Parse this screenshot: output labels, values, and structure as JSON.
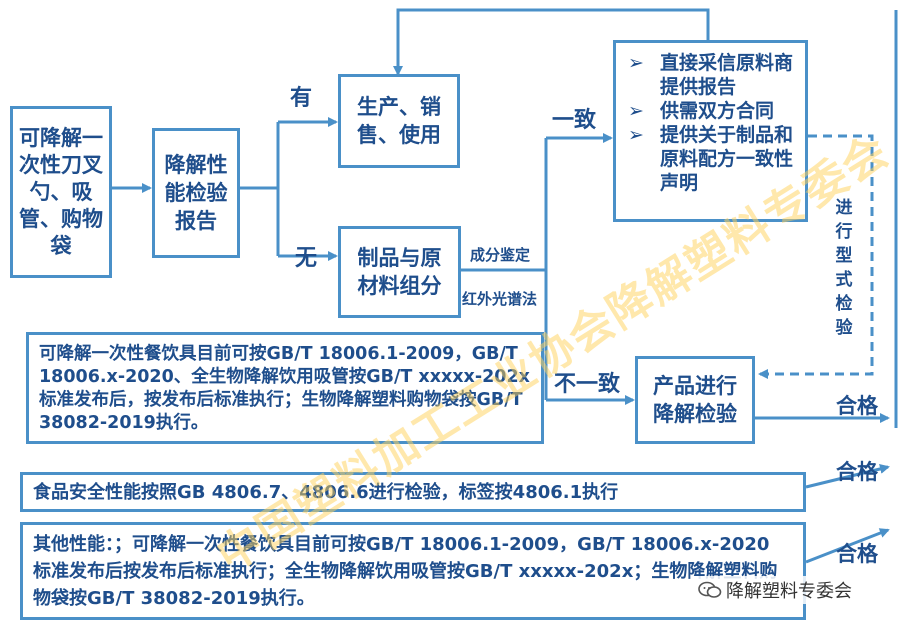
{
  "nodes": {
    "product": "可降解一次性刀叉勺、吸管、购物袋",
    "degradation_report": "降解性能检验报告",
    "produce_sell": "生产、销售、使用",
    "composition": "制品与原材料组分",
    "supplier": [
      "直接采信原料商 提供报告",
      "供需双方合同",
      "提供关于制品和原料配方一致性声明"
    ],
    "degradation_test": "产品进行降解检验"
  },
  "edge_labels": {
    "yes": "有",
    "no": "无",
    "consistent": "一致",
    "inconsistent": "不一致",
    "component_id": "成分鉴定",
    "ir_method": "红外光谱法",
    "type_test": "进行型式检验",
    "pass_1": "合格",
    "pass_2": "合格",
    "pass_3": "合格"
  },
  "notes": {
    "standards": "可降解一次性餐饮具目前可按GB/T 18006.1-2009，GB/T 18006.x-2020、全生物降解饮用吸管按GB/T xxxxx-202x标准发布后，按发布后标准执行；生物降解塑料购物袋按GB/T 38082-2019执行。",
    "food_safety": "食品安全性能按照GB 4806.7、4806.6进行检验，标签按4806.1执行",
    "other": "其他性能：；可降解一次性餐饮具目前可按GB/T 18006.1-2009，GB/T 18006.x-2020 标准发布后按发布后标准执行；全生物降解饮用吸管按GB/T xxxxx-202x；生物降解塑料购物袋按GB/T 38082-2019执行。"
  },
  "watermark": "中国塑料加工工业协会降解塑料专委会",
  "badge": "降解塑料专委会",
  "colors": {
    "border": "#4a90c8",
    "text": "#1f4e8c"
  }
}
